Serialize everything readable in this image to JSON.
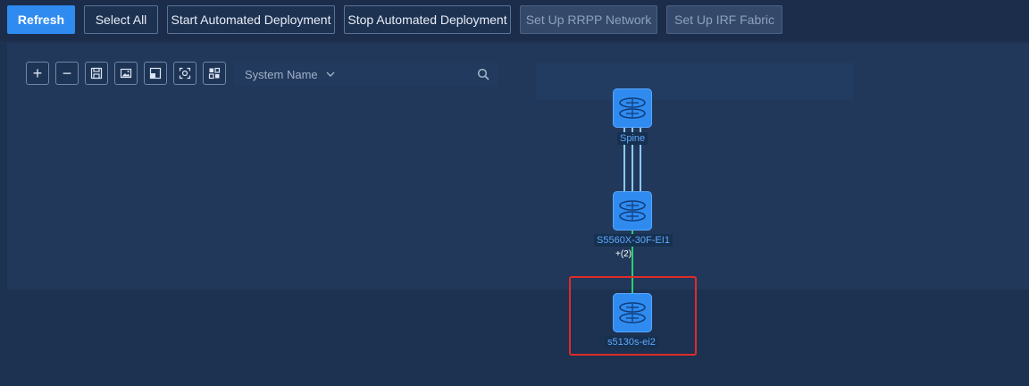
{
  "toolbar": {
    "refresh_label": "Refresh",
    "select_all_label": "Select All",
    "start_deploy_label": "Start Automated Deployment",
    "stop_deploy_label": "Stop Automated Deployment",
    "rrpp_label": "Set Up RRPP Network",
    "irf_label": "Set Up IRF Fabric"
  },
  "topology_tools": {
    "zoom_in": "+",
    "zoom_out": "−",
    "icons": [
      "plus-icon",
      "minus-icon",
      "save-icon",
      "image-icon",
      "fit-icon",
      "focus-icon",
      "layout-icon"
    ]
  },
  "search": {
    "field_label": "System Name"
  },
  "topology": {
    "nodes": [
      {
        "name": "Spine"
      },
      {
        "name": "S5560X-30F-EI1"
      },
      {
        "name": "s5130s-ei2"
      }
    ],
    "link_badge": "+(2)"
  },
  "colors": {
    "accent": "#2f8bf0",
    "highlight": "#e02b2b",
    "link_green": "#2ecc71",
    "link_blue": "#8fc7ff"
  }
}
